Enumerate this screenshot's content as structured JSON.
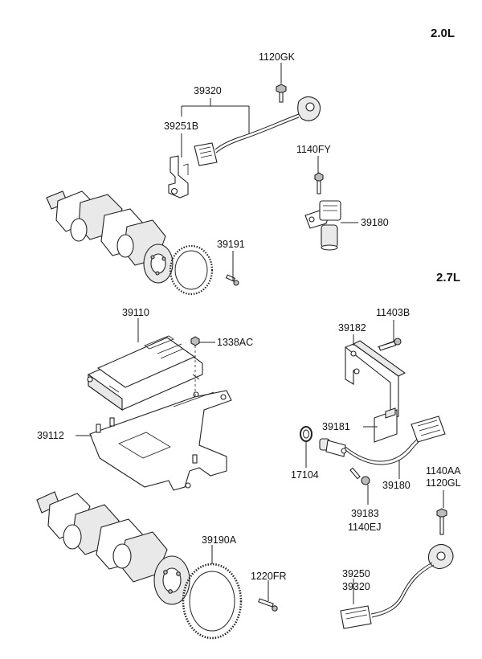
{
  "sections": {
    "engine_2_0": "2.0L",
    "engine_2_7": "2.7L"
  },
  "labels": {
    "p1120GK": "1120GK",
    "p39320a": "39320",
    "p39251B": "39251B",
    "p1140FY": "1140FY",
    "p39180a": "39180",
    "p39191": "39191",
    "p39110": "39110",
    "p1338AC": "1338AC",
    "p39112": "39112",
    "p39182": "39182",
    "p11403B": "11403B",
    "p39181": "39181",
    "p17104": "17104",
    "p39180b": "39180",
    "p1140AA": "1140AA",
    "p1120GL": "1120GL",
    "p39183": "39183",
    "p1140EJ": "1140EJ",
    "p39190A": "39190A",
    "p1220FR": "1220FR",
    "p39250": "39250",
    "p39320b": "39320"
  }
}
